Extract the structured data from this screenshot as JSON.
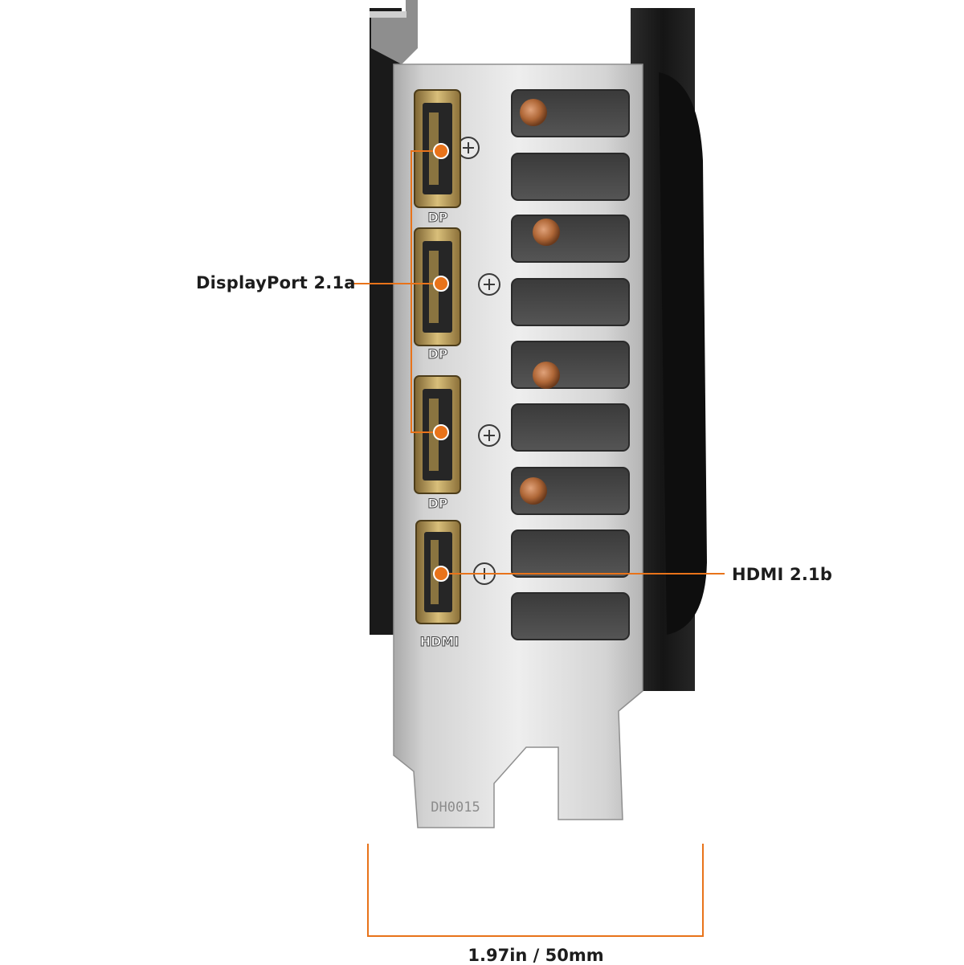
{
  "callouts": {
    "displayport": "DisplayPort 2.1a",
    "hdmi": "HDMI 2.1b"
  },
  "port_labels": {
    "dp1": "DP",
    "dp2": "DP",
    "dp3": "DP",
    "hdmi": "HDMI"
  },
  "bracket_code": "DH0015",
  "dimension": "1.97in / 50mm",
  "colors": {
    "accent": "#e8731a",
    "bracket": "#c6c6c6",
    "card_body": "#1b1b1b",
    "port_gold": "#b89a55",
    "heatpipe": "#b8703f"
  }
}
